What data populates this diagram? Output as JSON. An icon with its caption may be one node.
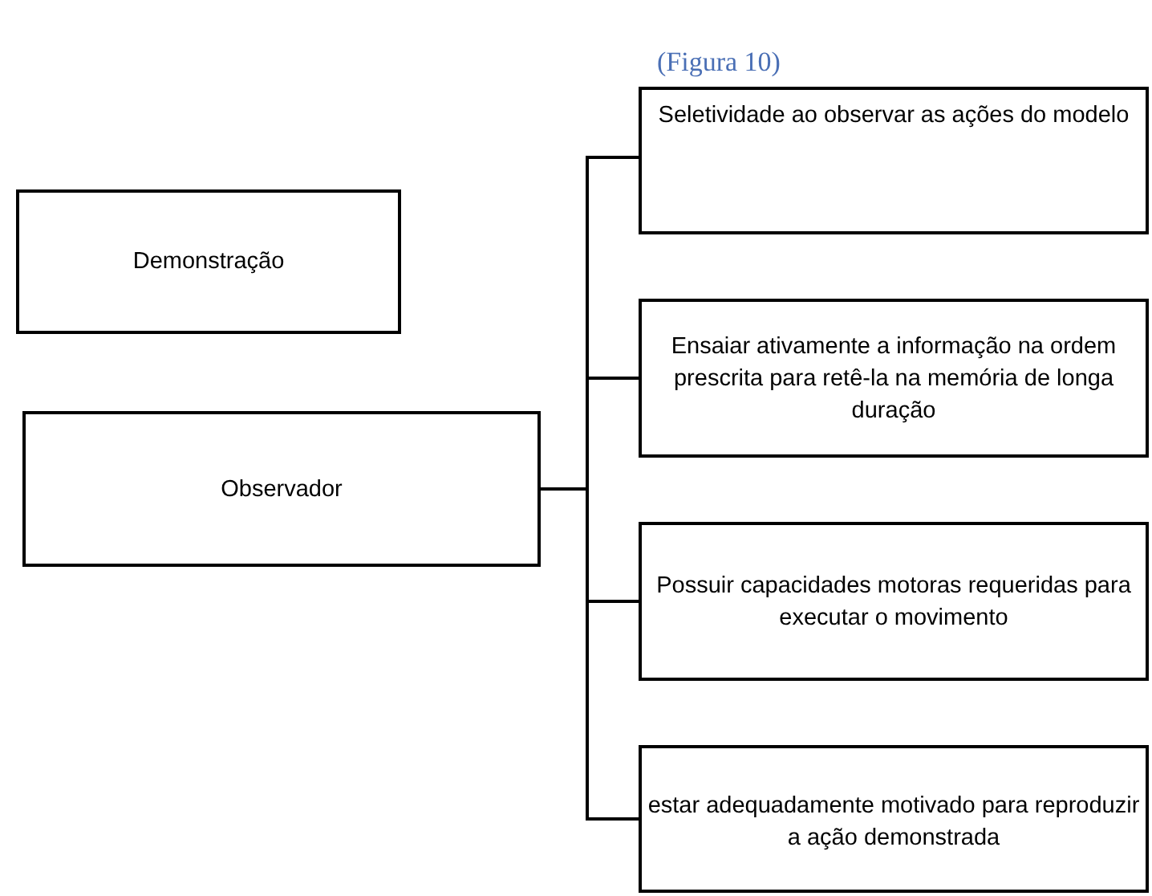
{
  "diagram": {
    "title": "(Figura 10)",
    "nodes": [
      {
        "text": [
          "Demonstração"
        ]
      },
      {
        "text": [
          "Observador"
        ]
      },
      {
        "text": [
          "Seletividade ao observar as ações do modelo"
        ]
      },
      {
        "text": [
          "Ensaiar ativamente a informação na ordem prescrita para retê-la na memória de longa duração"
        ]
      },
      {
        "text": [
          "Possuir capacidades motoras requeridas para executar o movimento"
        ]
      },
      {
        "text": [
          "estar adequadamente motivado para reproduzir a ação demonstrada"
        ]
      }
    ],
    "edges": [
      {
        "from": 1,
        "to": 2,
        "arrow": "none"
      },
      {
        "from": 1,
        "to": 3,
        "arrow": "none"
      },
      {
        "from": 1,
        "to": 4,
        "arrow": "none"
      },
      {
        "from": 1,
        "to": 5,
        "arrow": "none"
      }
    ]
  }
}
